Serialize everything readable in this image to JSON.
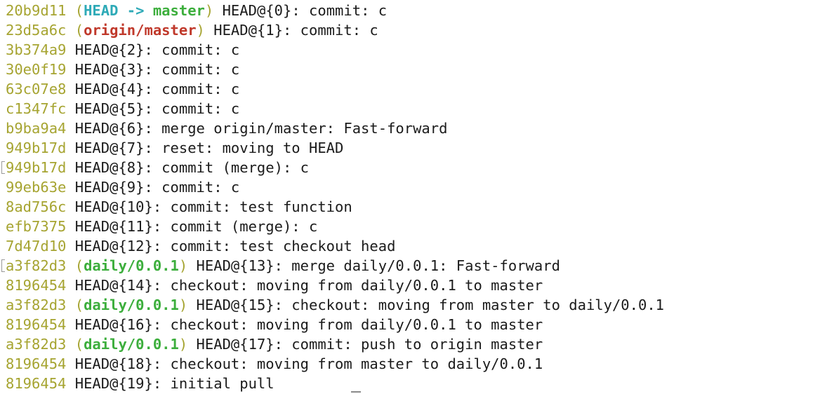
{
  "lines": [
    {
      "hash": "20b9d11",
      "decor": [
        {
          "text": "HEAD -> ",
          "cls": "head-ref"
        },
        {
          "text": "master",
          "cls": "branch-local"
        }
      ],
      "text": "HEAD@{0}: commit: c",
      "marked": false
    },
    {
      "hash": "23d5a6c",
      "decor": [
        {
          "text": "origin/master",
          "cls": "branch-remote"
        }
      ],
      "text": "HEAD@{1}: commit: c",
      "marked": false
    },
    {
      "hash": "3b374a9",
      "decor": [],
      "text": "HEAD@{2}: commit: c",
      "marked": false
    },
    {
      "hash": "30e0f19",
      "decor": [],
      "text": "HEAD@{3}: commit: c",
      "marked": false
    },
    {
      "hash": "63c07e8",
      "decor": [],
      "text": "HEAD@{4}: commit: c",
      "marked": false
    },
    {
      "hash": "c1347fc",
      "decor": [],
      "text": "HEAD@{5}: commit: c",
      "marked": false
    },
    {
      "hash": "b9ba9a4",
      "decor": [],
      "text": "HEAD@{6}: merge origin/master: Fast-forward",
      "marked": false
    },
    {
      "hash": "949b17d",
      "decor": [],
      "text": "HEAD@{7}: reset: moving to HEAD",
      "marked": false
    },
    {
      "hash": "949b17d",
      "decor": [],
      "text": "HEAD@{8}: commit (merge): c",
      "marked": true
    },
    {
      "hash": "99eb63e",
      "decor": [],
      "text": "HEAD@{9}: commit: c",
      "marked": false
    },
    {
      "hash": "8ad756c",
      "decor": [],
      "text": "HEAD@{10}: commit: test function",
      "marked": false
    },
    {
      "hash": "efb7375",
      "decor": [],
      "text": "HEAD@{11}: commit (merge): c",
      "marked": false
    },
    {
      "hash": "7d47d10",
      "decor": [],
      "text": "HEAD@{12}: commit: test checkout head",
      "marked": false
    },
    {
      "hash": "a3f82d3",
      "decor": [
        {
          "text": "daily/0.0.1",
          "cls": "branch-local"
        }
      ],
      "text": "HEAD@{13}: merge daily/0.0.1: Fast-forward",
      "marked": true
    },
    {
      "hash": "8196454",
      "decor": [],
      "text": "HEAD@{14}: checkout: moving from daily/0.0.1 to master",
      "marked": false
    },
    {
      "hash": "a3f82d3",
      "decor": [
        {
          "text": "daily/0.0.1",
          "cls": "branch-local"
        }
      ],
      "text": "HEAD@{15}: checkout: moving from master to daily/0.0.1",
      "marked": false
    },
    {
      "hash": "8196454",
      "decor": [],
      "text": "HEAD@{16}: checkout: moving from daily/0.0.1 to master",
      "marked": false
    },
    {
      "hash": "a3f82d3",
      "decor": [
        {
          "text": "daily/0.0.1",
          "cls": "branch-local"
        }
      ],
      "text": "HEAD@{17}: commit: push to origin master",
      "marked": false
    },
    {
      "hash": "8196454",
      "decor": [],
      "text": "HEAD@{18}: checkout: moving from master to daily/0.0.1",
      "marked": false
    },
    {
      "hash": "8196454",
      "decor": [],
      "text": "HEAD@{19}: initial pull",
      "marked": false
    }
  ],
  "colors": {
    "hash": "#a6a431",
    "head_ref": "#2eaab7",
    "branch_local": "#3cae3c",
    "branch_remote": "#c0392b",
    "text": "#1b1b1b"
  }
}
